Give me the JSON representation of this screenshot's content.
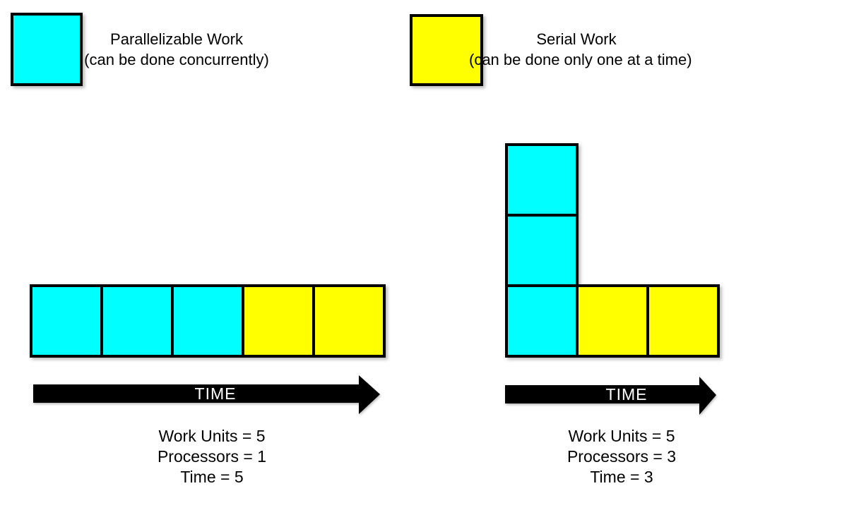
{
  "colors": {
    "parallel": "#00ffff",
    "serial": "#ffff00",
    "outline": "#000000",
    "arrow": "#000000",
    "arrow_text": "#ffffff",
    "background": "#ffffff"
  },
  "legend": {
    "parallel": {
      "title": "Parallelizable Work",
      "subtitle": "(can be done concurrently)"
    },
    "serial": {
      "title": "Serial Work",
      "subtitle": "(can be done only one at a time)"
    }
  },
  "scenarios": {
    "single_processor": {
      "arrow_label": "TIME",
      "stats": {
        "work_units": "Work Units = 5",
        "processors": "Processors = 1",
        "time": "Time = 5"
      },
      "cells": [
        {
          "col": 0,
          "row": 0,
          "type": "parallel"
        },
        {
          "col": 1,
          "row": 0,
          "type": "parallel"
        },
        {
          "col": 2,
          "row": 0,
          "type": "parallel"
        },
        {
          "col": 3,
          "row": 0,
          "type": "serial"
        },
        {
          "col": 4,
          "row": 0,
          "type": "serial"
        }
      ]
    },
    "three_processors": {
      "arrow_label": "TIME",
      "stats": {
        "work_units": "Work Units = 5",
        "processors": "Processors = 3",
        "time": "Time = 3"
      },
      "cells": [
        {
          "col": 0,
          "row": 0,
          "type": "parallel"
        },
        {
          "col": 0,
          "row": 1,
          "type": "parallel"
        },
        {
          "col": 0,
          "row": 2,
          "type": "parallel"
        },
        {
          "col": 1,
          "row": 2,
          "type": "serial"
        },
        {
          "col": 2,
          "row": 2,
          "type": "serial"
        }
      ]
    }
  }
}
